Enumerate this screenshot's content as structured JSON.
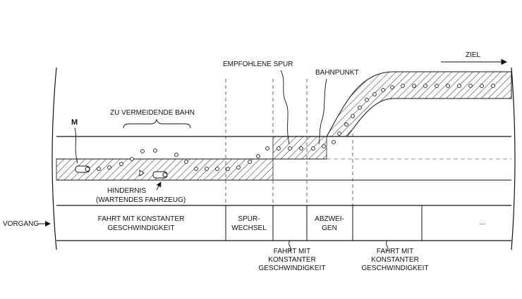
{
  "labels": {
    "goal": "ZIEL",
    "recommended_lane": "EMPFOHLENE SPUR",
    "path_point": "BAHNPUNKT",
    "avoid_path": "ZU VERMEIDENDE BAHN",
    "vehicle_marker": "M",
    "obstacle_line1": "HINDERNIS",
    "obstacle_line2": "(WARTENDES FAHRZEUG)",
    "process": "VORGANG"
  },
  "process_cells": [
    {
      "line1": "FAHRT MIT KONSTANTER",
      "line2": "GESCHWINDIGKEIT"
    },
    {
      "line1": "SPUR-",
      "line2": "WECHSEL"
    },
    {
      "line1": "",
      "line2": ""
    },
    {
      "line1": "ABZWEI-",
      "line2": "GEN"
    },
    {
      "line1": "",
      "line2": ""
    },
    {
      "line1": "…",
      "line2": ""
    }
  ],
  "bottom_notes": [
    {
      "line1": "FAHRT MIT",
      "line2": "KONSTANTER",
      "line3": "GESCHWINDIGKEIT"
    },
    {
      "line1": "FAHRT MIT",
      "line2": "KONSTANTER",
      "line3": "GESCHWINDIGKEIT"
    }
  ]
}
